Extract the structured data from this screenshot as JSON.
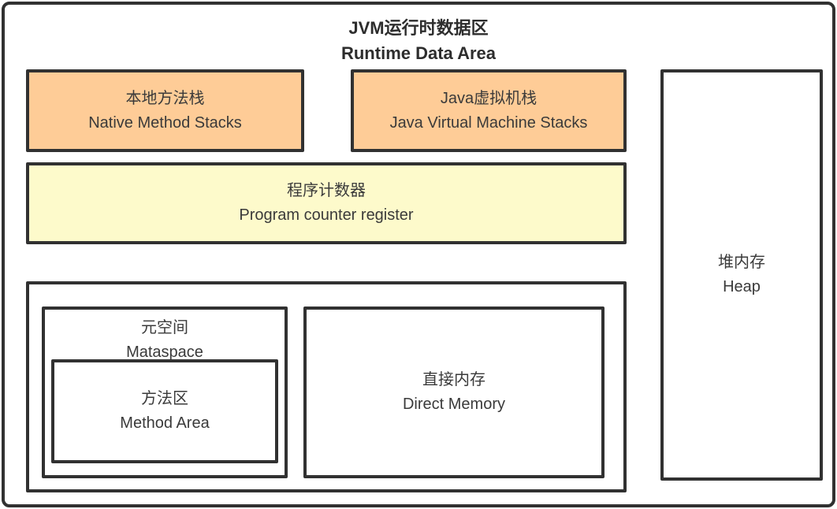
{
  "title": {
    "zh": "JVM运行时数据区",
    "en": "Runtime Data Area"
  },
  "boxes": {
    "native_method_stacks": {
      "zh": "本地方法栈",
      "en": "Native Method Stacks"
    },
    "java_vm_stacks": {
      "zh": "Java虚拟机栈",
      "en": "Java Virtual Machine Stacks"
    },
    "program_counter": {
      "zh": "程序计数器",
      "en": "Program counter register"
    },
    "metaspace": {
      "zh": "元空间",
      "en": "Mataspace"
    },
    "method_area": {
      "zh": "方法区",
      "en": "Method Area"
    },
    "direct_memory": {
      "zh": "直接内存",
      "en": "Direct Memory"
    },
    "heap": {
      "zh": "堆内存",
      "en": "Heap"
    }
  },
  "colors": {
    "border": "#313131",
    "text": "#3a3a3a",
    "stack_fill": "#fecc97",
    "counter_fill": "#fdfacb",
    "memory_fill": "#ffffff"
  }
}
